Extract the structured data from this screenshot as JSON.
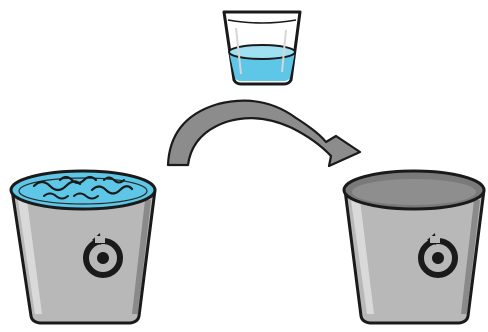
{
  "diagram": {
    "description_items": [
      {
        "id": "glass",
        "icon": "water-glass-icon",
        "fill_level": 0.45
      },
      {
        "id": "full-bin",
        "icon": "bin-full-icon",
        "contents": "water"
      },
      {
        "id": "empty-bin",
        "icon": "bin-empty-icon",
        "contents": "empty"
      },
      {
        "id": "arrow",
        "icon": "curved-arrow-icon",
        "direction": "left-to-right"
      }
    ],
    "colors": {
      "water": "#5ec6e6",
      "water_light": "#9fe0f2",
      "bin_body": "#b8b8b8",
      "bin_dark": "#7a7a7a",
      "arrow": "#8c8c8c",
      "outline": "#1a1a1a"
    }
  }
}
